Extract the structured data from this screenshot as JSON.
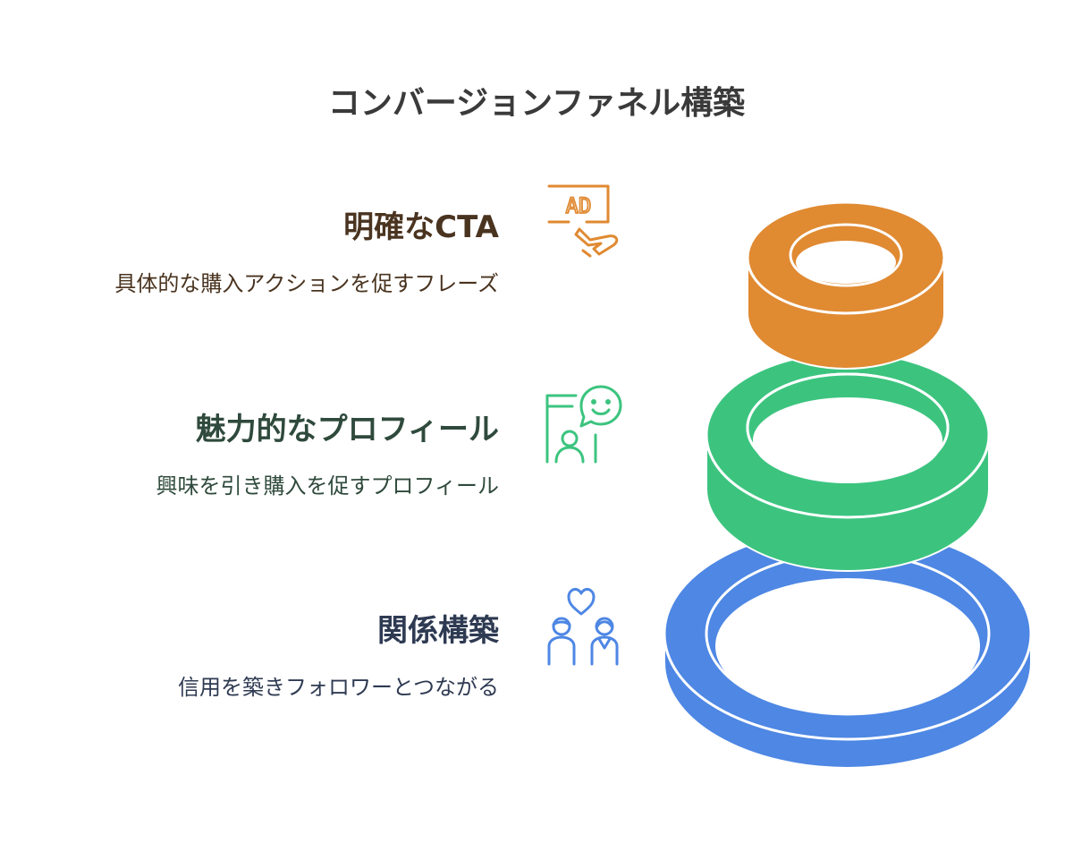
{
  "title": "コンバージョンファネル構築",
  "steps": [
    {
      "heading": "明確なCTA",
      "description": "具体的な購入アクションを促すフレーズ",
      "icon": "ad-click-icon",
      "color": "#E08A32"
    },
    {
      "heading": "魅力的なプロフィール",
      "description": "興味を引き購入を促すプロフィール",
      "icon": "profile-chat-icon",
      "color": "#3CC47F"
    },
    {
      "heading": "関係構築",
      "description": "信用を築きフォロワーとつながる",
      "icon": "relationship-heart-icon",
      "color": "#4E87E4"
    }
  ],
  "ad_icon_text": "AD"
}
